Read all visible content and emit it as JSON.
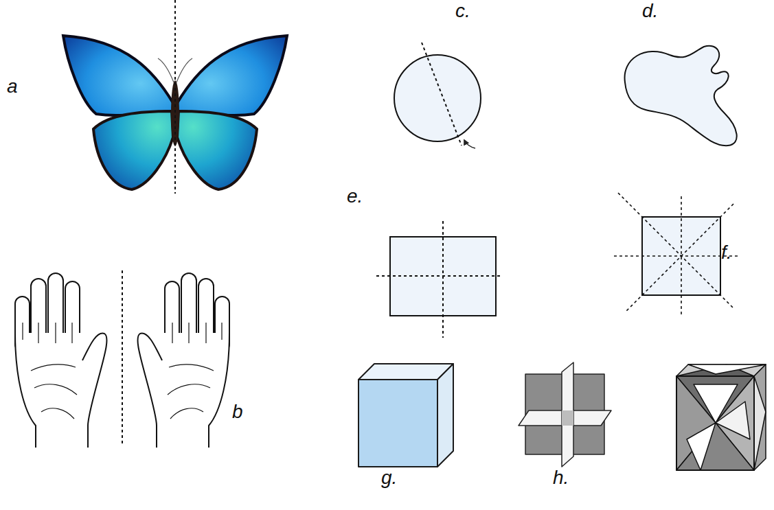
{
  "diagram": {
    "labels": [
      "c.",
      "d.",
      "a",
      "e.",
      "f.",
      "b",
      "g.",
      "h."
    ]
  }
}
